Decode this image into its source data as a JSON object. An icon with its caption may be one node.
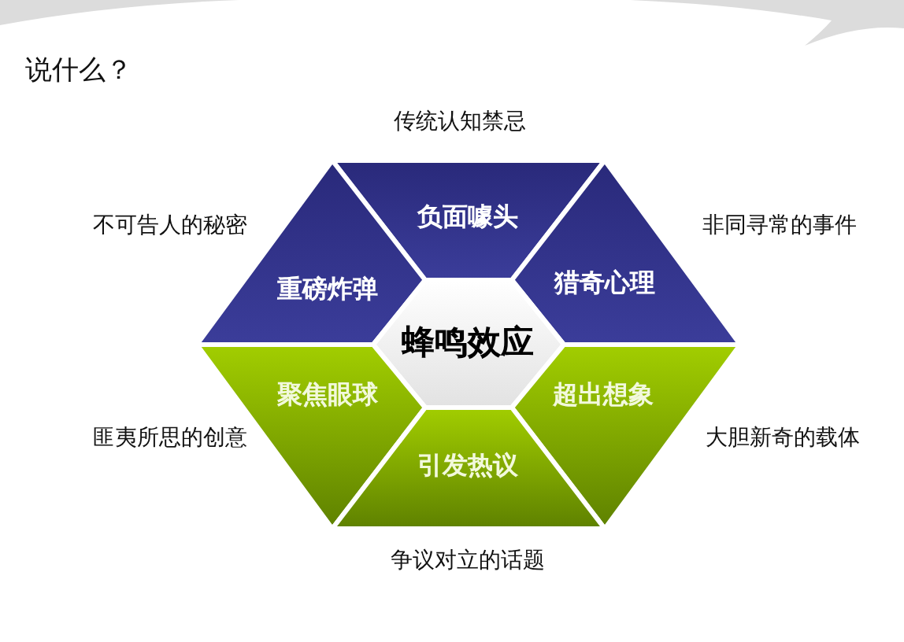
{
  "diagram": {
    "title": "说什么？",
    "nodes": [
      {
        "text": [
          "负面噱头"
        ],
        "beside": [
          "传统认知禁忌"
        ]
      },
      {
        "text": [
          "重磅炸弹"
        ],
        "beside": [
          "不可告人的秘密"
        ]
      },
      {
        "text": [
          "猎奇心理"
        ],
        "beside": [
          "非同寻常的事件"
        ]
      },
      {
        "text": [
          "蜂鸣效应"
        ]
      },
      {
        "text": [
          "聚焦眼球"
        ],
        "beside": [
          "匪夷所思的创意"
        ]
      },
      {
        "text": [
          "超出想象"
        ],
        "beside": [
          "大胆新奇的载体"
        ]
      },
      {
        "text": [
          "引发热议"
        ],
        "beside": [
          "争议对立的话题"
        ]
      }
    ]
  }
}
